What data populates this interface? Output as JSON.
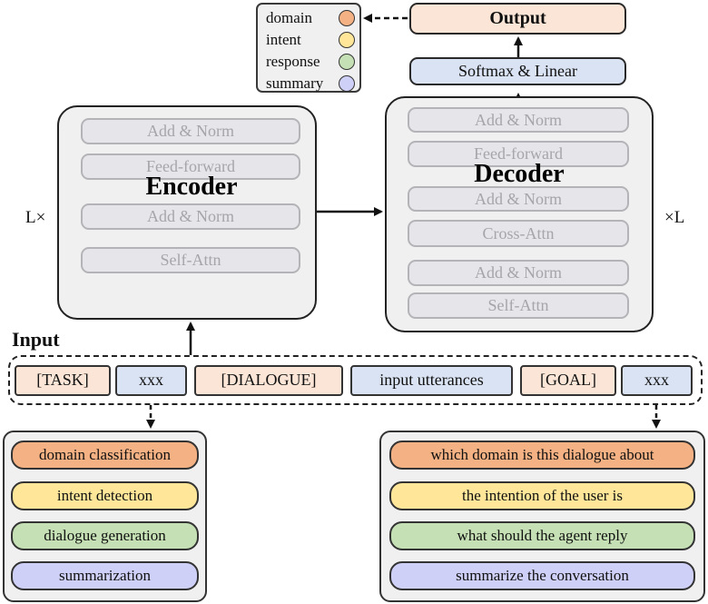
{
  "legend": {
    "items": [
      {
        "label": "domain",
        "color": "#f4b183"
      },
      {
        "label": "intent",
        "color": "#ffe699"
      },
      {
        "label": "response",
        "color": "#c5e0b4"
      },
      {
        "label": "summary",
        "color": "#cfd0f7"
      }
    ]
  },
  "decoder_head": {
    "output_label": "Output",
    "softmax_label": "Softmax & Linear"
  },
  "encoder": {
    "title": "Encoder",
    "repeat_label": "L×",
    "layers": {
      "add_norm_top": "Add & Norm",
      "feed_forward": "Feed-forward",
      "add_norm_mid": "Add & Norm",
      "self_attn": "Self-Attn"
    }
  },
  "decoder": {
    "title": "Decoder",
    "repeat_label": "×L",
    "layers": {
      "add_norm_1": "Add & Norm",
      "feed_forward": "Feed-forward",
      "add_norm_2": "Add & Norm",
      "cross_attn": "Cross-Attn",
      "add_norm_3": "Add & Norm",
      "self_attn": "Self-Attn"
    }
  },
  "input": {
    "title": "Input",
    "tokens": [
      "[TASK]",
      "xxx",
      "[DIALOGUE]",
      "input utterances",
      "[GOAL]",
      "xxx"
    ]
  },
  "task_panel": {
    "items": [
      "domain classification",
      "intent detection",
      "dialogue generation",
      "summarization"
    ]
  },
  "goal_panel": {
    "items": [
      "which domain is this dialogue about",
      "the intention of the user is",
      "what should the agent reply",
      "summarize the conversation"
    ]
  }
}
